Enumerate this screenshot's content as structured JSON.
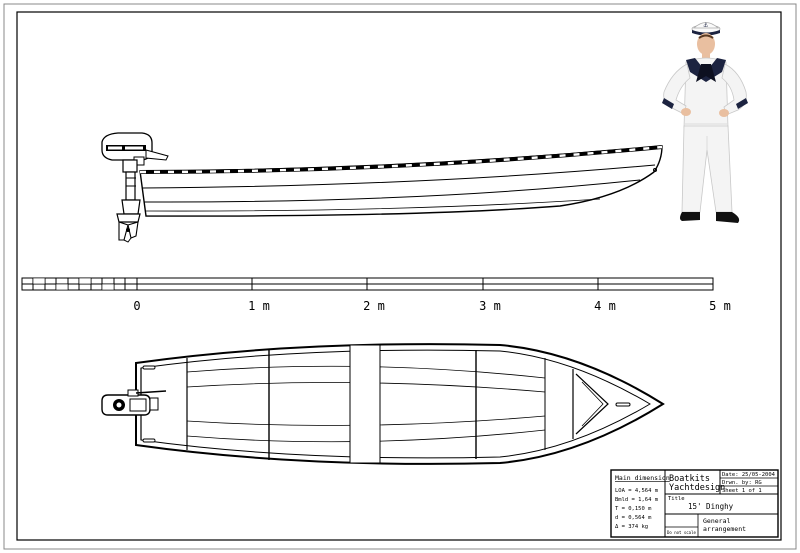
{
  "scale_bar": {
    "labels": [
      "0",
      "1 m",
      "2 m",
      "3 m",
      "4 m",
      "5 m"
    ]
  },
  "title_block": {
    "main_dimension_header": "Main dimension",
    "dimensions": [
      "LOA = 4,564 m",
      "Bmld = 1,64 m",
      "T = 0,150 m",
      "d = 0,564 m",
      "Δ = 374 kg"
    ],
    "not_to_scale": "Do not scale",
    "company_line1": "Boatkits",
    "company_line2": "Yachtdesign",
    "date": "Date: 25/05-2004",
    "drawn_by": "Drwn. by: RG",
    "sheet": "Sheet 1 of 1",
    "title_label": "Title",
    "title": "15' Dinghy",
    "subtitle_line1": "General",
    "subtitle_line2": "arrangement"
  },
  "colors": {
    "line": "#000000",
    "background": "#ffffff",
    "figure_white": "#f4f4f4",
    "figure_navy": "#1c2340"
  }
}
